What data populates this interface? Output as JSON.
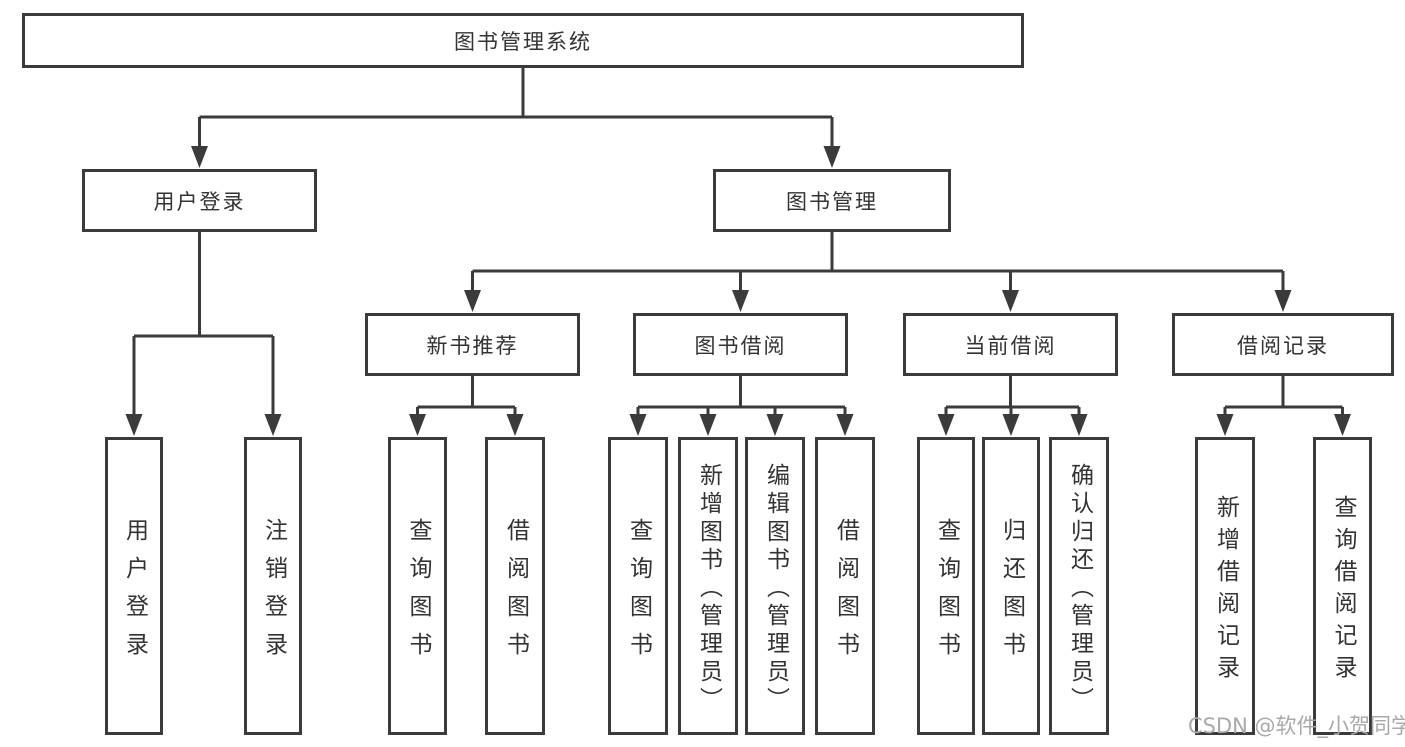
{
  "tree": {
    "label": "图书管理系统",
    "children": [
      {
        "label": "用户登录",
        "children": [
          {
            "label": "用户登录"
          },
          {
            "label": "注销登录"
          }
        ]
      },
      {
        "label": "图书管理",
        "children": [
          {
            "label": "新书推荐",
            "children": [
              {
                "label": "查询图书"
              },
              {
                "label": "借阅图书"
              }
            ]
          },
          {
            "label": "图书借阅",
            "children": [
              {
                "label": "查询图书"
              },
              {
                "label": "新增图书（管理员）"
              },
              {
                "label": "编辑图书（管理员）"
              },
              {
                "label": "借阅图书"
              }
            ]
          },
          {
            "label": "当前借阅",
            "children": [
              {
                "label": "查询图书"
              },
              {
                "label": "归还图书"
              },
              {
                "label": "确认归还（管理员）"
              }
            ]
          },
          {
            "label": "借阅记录",
            "children": [
              {
                "label": "新增借阅记录"
              },
              {
                "label": "查询借阅记录"
              }
            ]
          }
        ]
      }
    ]
  },
  "watermark": "CSDN @软件_小贺同学",
  "colors": {
    "line": "#3b3b3b",
    "text": "#333333",
    "watermark": "#a9a9a9",
    "background": "#ffffff"
  }
}
